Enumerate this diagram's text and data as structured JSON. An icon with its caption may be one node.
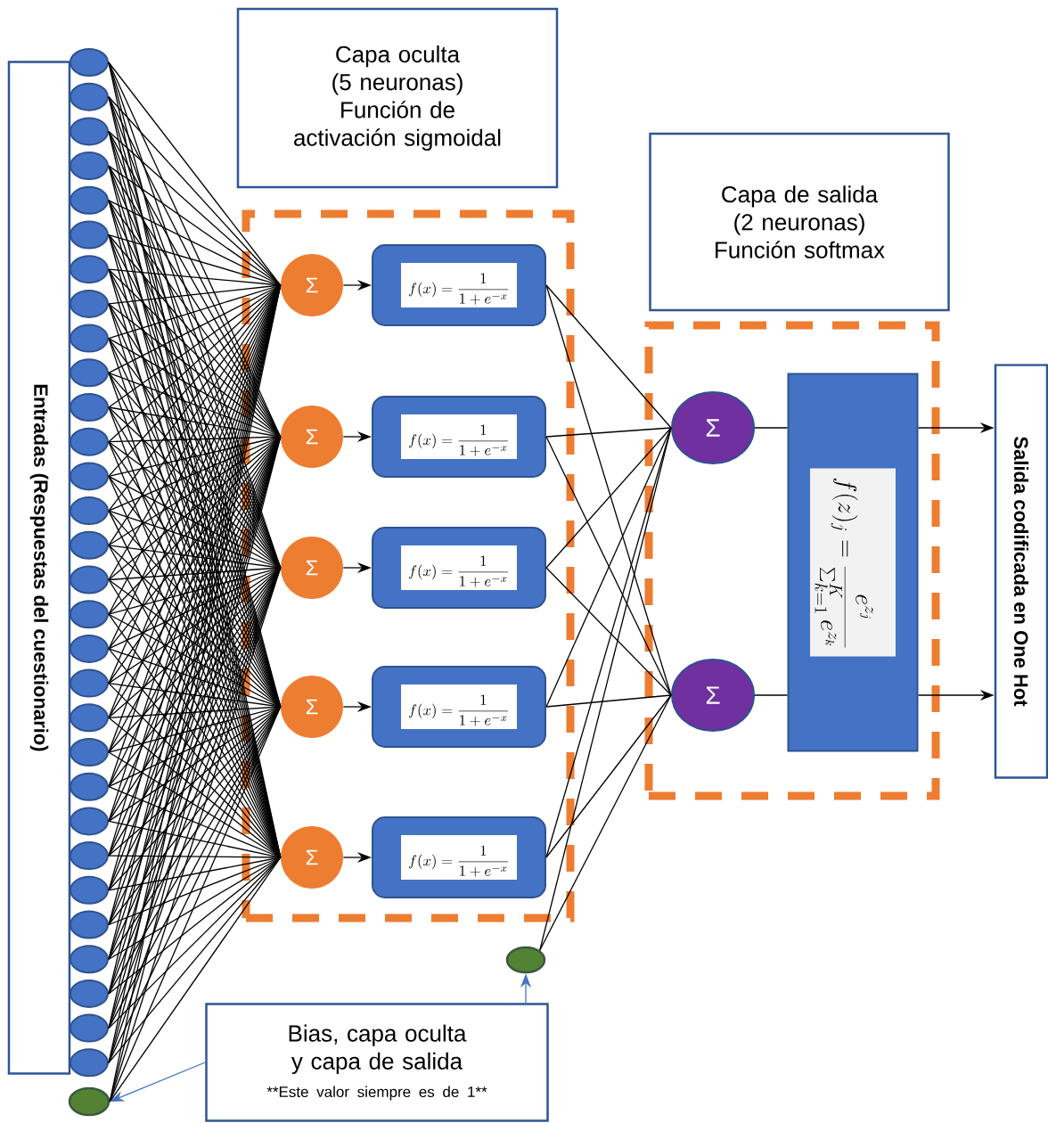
{
  "diagram": {
    "nodes": [
      {
        "text": [
          "Entradas (Respuestas del cuestionario)"
        ]
      },
      {
        "text": [],
        "shape": "circle"
      },
      {
        "text": [],
        "shape": "circle"
      },
      {
        "text": [],
        "shape": "circle"
      },
      {
        "text": [],
        "shape": "circle"
      },
      {
        "text": [],
        "shape": "circle"
      },
      {
        "text": [],
        "shape": "circle"
      },
      {
        "text": [],
        "shape": "circle"
      },
      {
        "text": [],
        "shape": "circle"
      },
      {
        "text": [],
        "shape": "circle"
      },
      {
        "text": [],
        "shape": "circle"
      },
      {
        "text": [],
        "shape": "circle"
      },
      {
        "text": [],
        "shape": "circle"
      },
      {
        "text": [],
        "shape": "circle"
      },
      {
        "text": [],
        "shape": "circle"
      },
      {
        "text": [],
        "shape": "circle"
      },
      {
        "text": [],
        "shape": "circle"
      },
      {
        "text": [],
        "shape": "circle"
      },
      {
        "text": [],
        "shape": "circle"
      },
      {
        "text": [],
        "shape": "circle"
      },
      {
        "text": [],
        "shape": "circle"
      },
      {
        "text": [],
        "shape": "circle"
      },
      {
        "text": [],
        "shape": "circle"
      },
      {
        "text": [],
        "shape": "circle"
      },
      {
        "text": [],
        "shape": "circle"
      },
      {
        "text": [],
        "shape": "circle"
      },
      {
        "text": [],
        "shape": "circle"
      },
      {
        "text": [],
        "shape": "circle"
      },
      {
        "text": [],
        "shape": "circle"
      },
      {
        "text": [],
        "shape": "circle"
      },
      {
        "text": [],
        "shape": "circle"
      },
      {
        "text": [],
        "shape": "circle"
      },
      {
        "text": [
          "Capa oculta",
          "(5 neuronas)",
          "Función de activación sigmoidal"
        ]
      },
      {
        "text": [],
        "shape": "box"
      },
      {
        "text": [
          "Σ"
        ],
        "in": 33
      },
      {
        "text": [
          "Σ"
        ],
        "in": 33
      },
      {
        "text": [
          "Σ"
        ],
        "in": 33
      },
      {
        "text": [
          "Σ"
        ],
        "in": 33
      },
      {
        "text": [
          "Σ"
        ],
        "in": 33
      },
      {
        "text": [
          "f(x)=\\frac{1}{1+e^{-x}}"
        ],
        "in": 33
      },
      {
        "text": [
          "f(x)=\\frac{1}{1+e^{-x}}"
        ],
        "in": 33
      },
      {
        "text": [
          "f(x)=\\frac{1}{1+e^{-x}}"
        ],
        "in": 33
      },
      {
        "text": [
          "f(x)=\\frac{1}{1+e^{-x}}"
        ],
        "in": 33
      },
      {
        "text": [
          "f(x)=\\frac{1}{1+e^{-x}}"
        ],
        "in": 33
      },
      {
        "text": [],
        "shape": "circle"
      },
      {
        "text": [
          "Capa de salida",
          "(2 neuronas)",
          "Función softmax"
        ]
      },
      {
        "text": [],
        "shape": "box"
      },
      {
        "text": [
          "Σ"
        ],
        "in": 46
      },
      {
        "text": [
          "Σ"
        ],
        "in": 46
      },
      {
        "text": [
          "f(z)_j=\\frac{e^{z_j}}{\\sum_{k=1}^{K}e^{z_k}}"
        ],
        "in": 46
      },
      {
        "text": [
          "Salida codificada en One Hot"
        ]
      },
      {
        "text": [
          "Bias, capa oculta y capa de salida",
          "**Este valor siempre es de 1**"
        ]
      }
    ],
    "edges": [
      {
        "from": 1,
        "to": 34,
        "arrow": "none"
      },
      {
        "from": 1,
        "to": 35,
        "arrow": "none"
      },
      {
        "from": 1,
        "to": 36,
        "arrow": "none"
      },
      {
        "from": 1,
        "to": 37,
        "arrow": "none"
      },
      {
        "from": 1,
        "to": 38,
        "arrow": "none"
      },
      {
        "from": 2,
        "to": 34,
        "arrow": "none"
      },
      {
        "from": 2,
        "to": 35,
        "arrow": "none"
      },
      {
        "from": 2,
        "to": 36,
        "arrow": "none"
      },
      {
        "from": 2,
        "to": 37,
        "arrow": "none"
      },
      {
        "from": 2,
        "to": 38,
        "arrow": "none"
      },
      {
        "from": 3,
        "to": 34,
        "arrow": "none"
      },
      {
        "from": 3,
        "to": 35,
        "arrow": "none"
      },
      {
        "from": 3,
        "to": 36,
        "arrow": "none"
      },
      {
        "from": 3,
        "to": 37,
        "arrow": "none"
      },
      {
        "from": 3,
        "to": 38,
        "arrow": "none"
      },
      {
        "from": 4,
        "to": 34,
        "arrow": "none"
      },
      {
        "from": 4,
        "to": 35,
        "arrow": "none"
      },
      {
        "from": 4,
        "to": 36,
        "arrow": "none"
      },
      {
        "from": 4,
        "to": 37,
        "arrow": "none"
      },
      {
        "from": 4,
        "to": 38,
        "arrow": "none"
      },
      {
        "from": 5,
        "to": 34,
        "arrow": "none"
      },
      {
        "from": 5,
        "to": 35,
        "arrow": "none"
      },
      {
        "from": 5,
        "to": 36,
        "arrow": "none"
      },
      {
        "from": 5,
        "to": 37,
        "arrow": "none"
      },
      {
        "from": 5,
        "to": 38,
        "arrow": "none"
      },
      {
        "from": 6,
        "to": 34,
        "arrow": "none"
      },
      {
        "from": 6,
        "to": 35,
        "arrow": "none"
      },
      {
        "from": 6,
        "to": 36,
        "arrow": "none"
      },
      {
        "from": 6,
        "to": 37,
        "arrow": "none"
      },
      {
        "from": 6,
        "to": 38,
        "arrow": "none"
      },
      {
        "from": 7,
        "to": 34,
        "arrow": "none"
      },
      {
        "from": 7,
        "to": 35,
        "arrow": "none"
      },
      {
        "from": 7,
        "to": 36,
        "arrow": "none"
      },
      {
        "from": 7,
        "to": 37,
        "arrow": "none"
      },
      {
        "from": 7,
        "to": 38,
        "arrow": "none"
      },
      {
        "from": 8,
        "to": 34,
        "arrow": "none"
      },
      {
        "from": 8,
        "to": 35,
        "arrow": "none"
      },
      {
        "from": 8,
        "to": 36,
        "arrow": "none"
      },
      {
        "from": 8,
        "to": 37,
        "arrow": "none"
      },
      {
        "from": 8,
        "to": 38,
        "arrow": "none"
      },
      {
        "from": 9,
        "to": 34,
        "arrow": "none"
      },
      {
        "from": 9,
        "to": 35,
        "arrow": "none"
      },
      {
        "from": 9,
        "to": 36,
        "arrow": "none"
      },
      {
        "from": 9,
        "to": 37,
        "arrow": "none"
      },
      {
        "from": 9,
        "to": 38,
        "arrow": "none"
      },
      {
        "from": 10,
        "to": 34,
        "arrow": "none"
      },
      {
        "from": 10,
        "to": 35,
        "arrow": "none"
      },
      {
        "from": 10,
        "to": 36,
        "arrow": "none"
      },
      {
        "from": 10,
        "to": 37,
        "arrow": "none"
      },
      {
        "from": 10,
        "to": 38,
        "arrow": "none"
      },
      {
        "from": 11,
        "to": 34,
        "arrow": "none"
      },
      {
        "from": 11,
        "to": 35,
        "arrow": "none"
      },
      {
        "from": 11,
        "to": 36,
        "arrow": "none"
      },
      {
        "from": 11,
        "to": 37,
        "arrow": "none"
      },
      {
        "from": 11,
        "to": 38,
        "arrow": "none"
      },
      {
        "from": 12,
        "to": 34,
        "arrow": "none"
      },
      {
        "from": 12,
        "to": 35,
        "arrow": "none"
      },
      {
        "from": 12,
        "to": 36,
        "arrow": "none"
      },
      {
        "from": 12,
        "to": 37,
        "arrow": "none"
      },
      {
        "from": 12,
        "to": 38,
        "arrow": "none"
      },
      {
        "from": 13,
        "to": 34,
        "arrow": "none"
      },
      {
        "from": 13,
        "to": 35,
        "arrow": "none"
      },
      {
        "from": 13,
        "to": 36,
        "arrow": "none"
      },
      {
        "from": 13,
        "to": 37,
        "arrow": "none"
      },
      {
        "from": 13,
        "to": 38,
        "arrow": "none"
      },
      {
        "from": 14,
        "to": 34,
        "arrow": "none"
      },
      {
        "from": 14,
        "to": 35,
        "arrow": "none"
      },
      {
        "from": 14,
        "to": 36,
        "arrow": "none"
      },
      {
        "from": 14,
        "to": 37,
        "arrow": "none"
      },
      {
        "from": 14,
        "to": 38,
        "arrow": "none"
      },
      {
        "from": 15,
        "to": 34,
        "arrow": "none"
      },
      {
        "from": 15,
        "to": 35,
        "arrow": "none"
      },
      {
        "from": 15,
        "to": 36,
        "arrow": "none"
      },
      {
        "from": 15,
        "to": 37,
        "arrow": "none"
      },
      {
        "from": 15,
        "to": 38,
        "arrow": "none"
      },
      {
        "from": 16,
        "to": 34,
        "arrow": "none"
      },
      {
        "from": 16,
        "to": 35,
        "arrow": "none"
      },
      {
        "from": 16,
        "to": 36,
        "arrow": "none"
      },
      {
        "from": 16,
        "to": 37,
        "arrow": "none"
      },
      {
        "from": 16,
        "to": 38,
        "arrow": "none"
      },
      {
        "from": 17,
        "to": 34,
        "arrow": "none"
      },
      {
        "from": 17,
        "to": 35,
        "arrow": "none"
      },
      {
        "from": 17,
        "to": 36,
        "arrow": "none"
      },
      {
        "from": 17,
        "to": 37,
        "arrow": "none"
      },
      {
        "from": 17,
        "to": 38,
        "arrow": "none"
      },
      {
        "from": 18,
        "to": 34,
        "arrow": "none"
      },
      {
        "from": 18,
        "to": 35,
        "arrow": "none"
      },
      {
        "from": 18,
        "to": 36,
        "arrow": "none"
      },
      {
        "from": 18,
        "to": 37,
        "arrow": "none"
      },
      {
        "from": 18,
        "to": 38,
        "arrow": "none"
      },
      {
        "from": 19,
        "to": 34,
        "arrow": "none"
      },
      {
        "from": 19,
        "to": 35,
        "arrow": "none"
      },
      {
        "from": 19,
        "to": 36,
        "arrow": "none"
      },
      {
        "from": 19,
        "to": 37,
        "arrow": "none"
      },
      {
        "from": 19,
        "to": 38,
        "arrow": "none"
      },
      {
        "from": 20,
        "to": 34,
        "arrow": "none"
      },
      {
        "from": 20,
        "to": 35,
        "arrow": "none"
      },
      {
        "from": 20,
        "to": 36,
        "arrow": "none"
      },
      {
        "from": 20,
        "to": 37,
        "arrow": "none"
      },
      {
        "from": 20,
        "to": 38,
        "arrow": "none"
      },
      {
        "from": 21,
        "to": 34,
        "arrow": "none"
      },
      {
        "from": 21,
        "to": 35,
        "arrow": "none"
      },
      {
        "from": 21,
        "to": 36,
        "arrow": "none"
      },
      {
        "from": 21,
        "to": 37,
        "arrow": "none"
      },
      {
        "from": 21,
        "to": 38,
        "arrow": "none"
      },
      {
        "from": 22,
        "to": 34,
        "arrow": "none"
      },
      {
        "from": 22,
        "to": 35,
        "arrow": "none"
      },
      {
        "from": 22,
        "to": 36,
        "arrow": "none"
      },
      {
        "from": 22,
        "to": 37,
        "arrow": "none"
      },
      {
        "from": 22,
        "to": 38,
        "arrow": "none"
      },
      {
        "from": 23,
        "to": 34,
        "arrow": "none"
      },
      {
        "from": 23,
        "to": 35,
        "arrow": "none"
      },
      {
        "from": 23,
        "to": 36,
        "arrow": "none"
      },
      {
        "from": 23,
        "to": 37,
        "arrow": "none"
      },
      {
        "from": 23,
        "to": 38,
        "arrow": "none"
      },
      {
        "from": 24,
        "to": 34,
        "arrow": "none"
      },
      {
        "from": 24,
        "to": 35,
        "arrow": "none"
      },
      {
        "from": 24,
        "to": 36,
        "arrow": "none"
      },
      {
        "from": 24,
        "to": 37,
        "arrow": "none"
      },
      {
        "from": 24,
        "to": 38,
        "arrow": "none"
      },
      {
        "from": 25,
        "to": 34,
        "arrow": "none"
      },
      {
        "from": 25,
        "to": 35,
        "arrow": "none"
      },
      {
        "from": 25,
        "to": 36,
        "arrow": "none"
      },
      {
        "from": 25,
        "to": 37,
        "arrow": "none"
      },
      {
        "from": 25,
        "to": 38,
        "arrow": "none"
      },
      {
        "from": 26,
        "to": 34,
        "arrow": "none"
      },
      {
        "from": 26,
        "to": 35,
        "arrow": "none"
      },
      {
        "from": 26,
        "to": 36,
        "arrow": "none"
      },
      {
        "from": 26,
        "to": 37,
        "arrow": "none"
      },
      {
        "from": 26,
        "to": 38,
        "arrow": "none"
      },
      {
        "from": 27,
        "to": 34,
        "arrow": "none"
      },
      {
        "from": 27,
        "to": 35,
        "arrow": "none"
      },
      {
        "from": 27,
        "to": 36,
        "arrow": "none"
      },
      {
        "from": 27,
        "to": 37,
        "arrow": "none"
      },
      {
        "from": 27,
        "to": 38,
        "arrow": "none"
      },
      {
        "from": 28,
        "to": 34,
        "arrow": "none"
      },
      {
        "from": 28,
        "to": 35,
        "arrow": "none"
      },
      {
        "from": 28,
        "to": 36,
        "arrow": "none"
      },
      {
        "from": 28,
        "to": 37,
        "arrow": "none"
      },
      {
        "from": 28,
        "to": 38,
        "arrow": "none"
      },
      {
        "from": 29,
        "to": 34,
        "arrow": "none"
      },
      {
        "from": 29,
        "to": 35,
        "arrow": "none"
      },
      {
        "from": 29,
        "to": 36,
        "arrow": "none"
      },
      {
        "from": 29,
        "to": 37,
        "arrow": "none"
      },
      {
        "from": 29,
        "to": 38,
        "arrow": "none"
      },
      {
        "from": 30,
        "to": 34,
        "arrow": "none"
      },
      {
        "from": 30,
        "to": 35,
        "arrow": "none"
      },
      {
        "from": 30,
        "to": 36,
        "arrow": "none"
      },
      {
        "from": 30,
        "to": 37,
        "arrow": "none"
      },
      {
        "from": 30,
        "to": 38,
        "arrow": "none"
      },
      {
        "from": 31,
        "to": 34,
        "arrow": "none"
      },
      {
        "from": 31,
        "to": 35,
        "arrow": "none"
      },
      {
        "from": 31,
        "to": 36,
        "arrow": "none"
      },
      {
        "from": 31,
        "to": 37,
        "arrow": "none"
      },
      {
        "from": 31,
        "to": 38,
        "arrow": "none"
      },
      {
        "from": 34,
        "to": 39,
        "arrow": "to"
      },
      {
        "from": 35,
        "to": 40,
        "arrow": "to"
      },
      {
        "from": 36,
        "to": 41,
        "arrow": "to"
      },
      {
        "from": 37,
        "to": 42,
        "arrow": "to"
      },
      {
        "from": 38,
        "to": 43,
        "arrow": "to"
      },
      {
        "from": 39,
        "to": 47,
        "arrow": "none"
      },
      {
        "from": 39,
        "to": 48,
        "arrow": "none"
      },
      {
        "from": 40,
        "to": 47,
        "arrow": "none"
      },
      {
        "from": 40,
        "to": 48,
        "arrow": "none"
      },
      {
        "from": 41,
        "to": 47,
        "arrow": "none"
      },
      {
        "from": 41,
        "to": 48,
        "arrow": "none"
      },
      {
        "from": 42,
        "to": 47,
        "arrow": "none"
      },
      {
        "from": 42,
        "to": 48,
        "arrow": "none"
      },
      {
        "from": 43,
        "to": 47,
        "arrow": "none"
      },
      {
        "from": 43,
        "to": 48,
        "arrow": "none"
      },
      {
        "from": 44,
        "to": 47,
        "arrow": "none"
      },
      {
        "from": 44,
        "to": 48,
        "arrow": "none"
      },
      {
        "from": 47,
        "to": 49,
        "arrow": "none"
      },
      {
        "from": 48,
        "to": 49,
        "arrow": "none"
      },
      {
        "from": 49,
        "to": 50,
        "arrow": "to"
      },
      {
        "from": 49,
        "to": 50,
        "arrow": "to"
      },
      {
        "from": 51,
        "to": 31,
        "arrow": "to",
        "color": "#4472c4"
      },
      {
        "from": 51,
        "to": 44,
        "arrow": "to",
        "color": "#4472c4"
      }
    ]
  }
}
